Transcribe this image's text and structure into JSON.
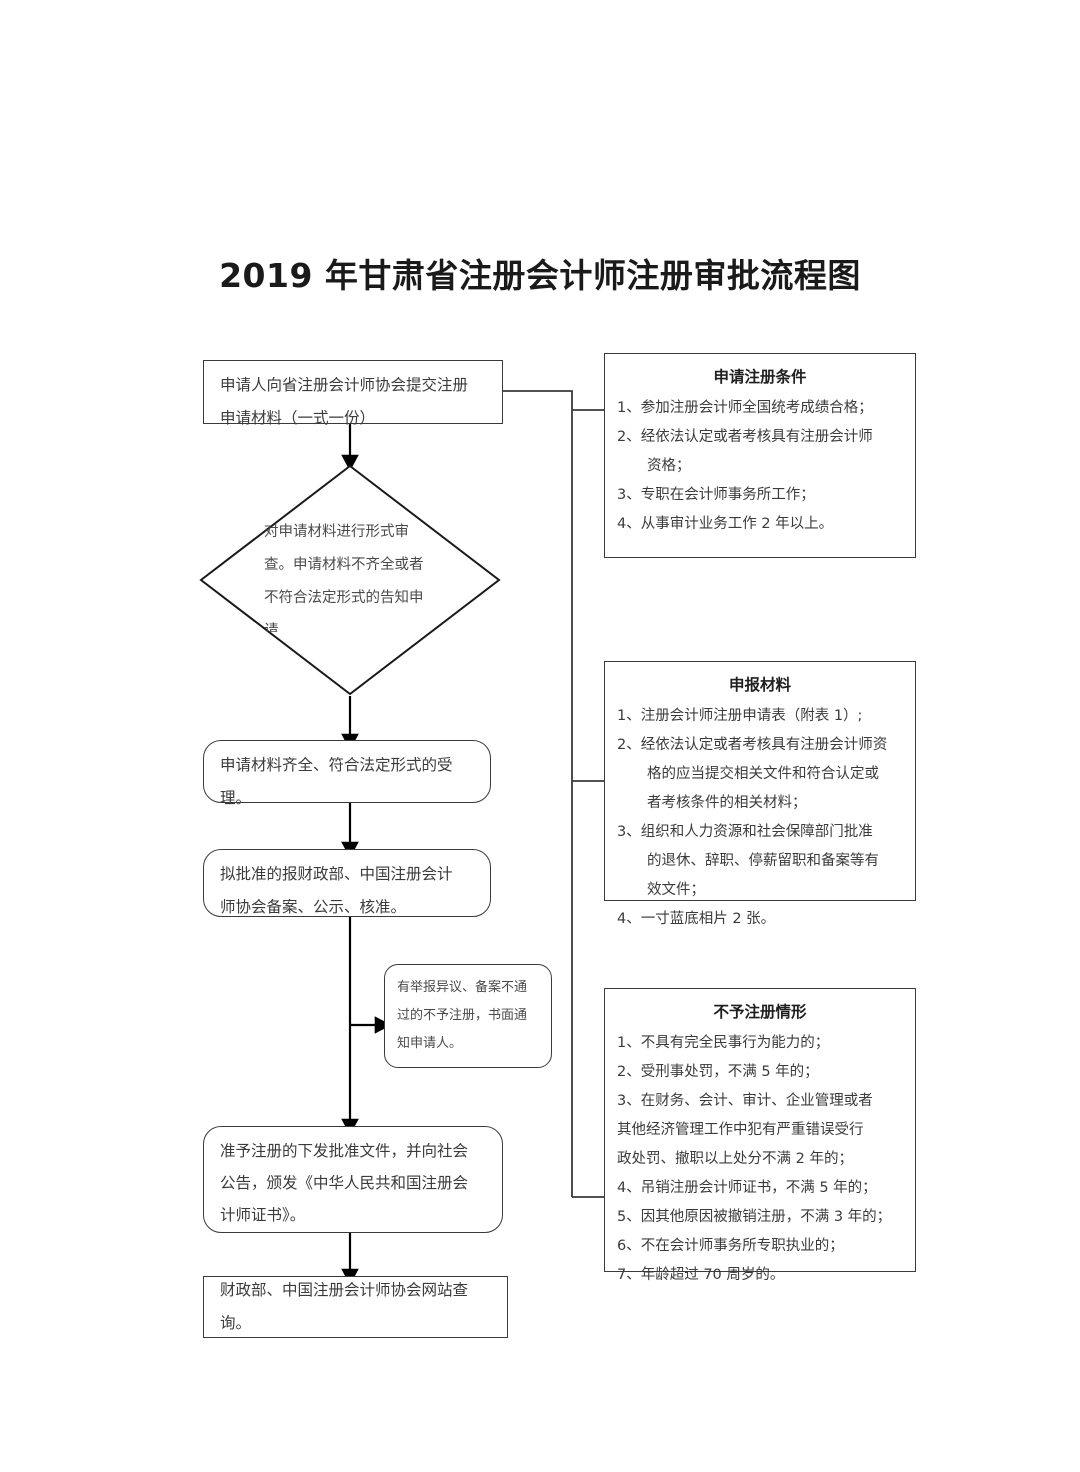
{
  "document": {
    "title": "2019 年甘肃省注册会计师注册审批流程图"
  },
  "flow": {
    "step1": "申请人向省注册会计师协会提交注册\n申请材料（一式一份）",
    "decision": "对申请材料进行形式审查。申请材料不齐全或者不符合法定形式的告知申请",
    "step2": "申请材料齐全、符合法定形式的受\n理。",
    "step3": "拟批准的报财政部、中国注册会计\n师协会备案、公示、核准。",
    "sidenote": "有举报异议、备案不通过的不予注册，书面通\n知申请人。",
    "step4": "准予注册的下发批准文件，并向社会\n公告，颁发《中华人民共和国注册会\n计师证书》。",
    "step5": "财政部、中国注册会计师协会网站查询。"
  },
  "panels": [
    {
      "id": "registration-conditions",
      "title": "申请注册条件",
      "items": [
        {
          "text": "1、参加注册会计师全国统考成绩合格；",
          "style": "hang"
        },
        {
          "text": "2、经依法认定或者考核具有注册会计师",
          "style": "hang"
        },
        {
          "text": "资格；",
          "style": "cont"
        },
        {
          "text": "3、专职在会计师事务所工作；",
          "style": "hang"
        },
        {
          "text": "4、从事审计业务工作 2 年以上。",
          "style": "hang"
        }
      ]
    },
    {
      "id": "application-materials",
      "title": "申报材料",
      "items": [
        {
          "text": "1、注册会计师注册申请表（附表 1）;",
          "style": "hang"
        },
        {
          "text": "2、经依法认定或者考核具有注册会计师资",
          "style": "hang"
        },
        {
          "text": "格的应当提交相关文件和符合认定或",
          "style": "cont"
        },
        {
          "text": "者考核条件的相关材料；",
          "style": "cont"
        },
        {
          "text": "3、组织和人力资源和社会保障部门批准",
          "style": "hang"
        },
        {
          "text": "的退休、辞职、停薪留职和备案等有",
          "style": "cont"
        },
        {
          "text": "效文件；",
          "style": "cont"
        },
        {
          "text": "4、一寸蓝底相片 2 张。",
          "style": "hang"
        }
      ]
    },
    {
      "id": "refusal-circumstances",
      "title": "不予注册情形",
      "items": [
        {
          "text": "1、不具有完全民事行为能力的；",
          "style": "hang"
        },
        {
          "text": "2、受刑事处罚，不满 5 年的；",
          "style": "hang"
        },
        {
          "text": "3、在财务、会计、审计、企业管理或者",
          "style": "hang"
        },
        {
          "text": "其他经济管理工作中犯有严重错误受行",
          "style": "flush"
        },
        {
          "text": "政处罚、撤职以上处分不满 2 年的；",
          "style": "flush"
        },
        {
          "text": "4、吊销注册会计师证书，不满 5 年的；",
          "style": "hang"
        },
        {
          "text": "5、因其他原因被撤销注册，不满 3 年的；",
          "style": "hang"
        },
        {
          "text": "6、不在会计师事务所专职执业的；",
          "style": "hang"
        },
        {
          "text": "7、年龄超过 70 周岁的。",
          "style": "hang"
        }
      ]
    }
  ],
  "style": {
    "stroke": "#3a3a3a",
    "arrow_fill": "#000000",
    "text": "#3b3b3b",
    "background": "#ffffff"
  }
}
